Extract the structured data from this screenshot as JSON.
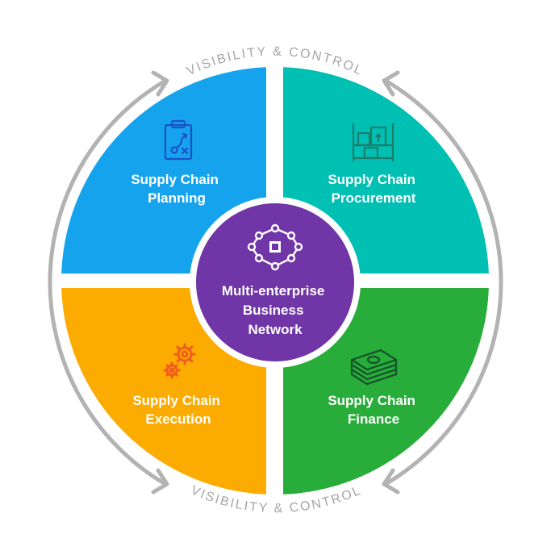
{
  "top_caption": "VISIBILITY & CONTROL",
  "bottom_caption": "VISIBILITY & CONTROL",
  "center": {
    "line1": "Multi-enterprise",
    "line2": "Business",
    "line3": "Network",
    "color": "#7035a6"
  },
  "quadrants": {
    "planning": {
      "line1": "Supply Chain",
      "line2": "Planning",
      "color": "#16a3ee"
    },
    "procurement": {
      "line1": "Supply Chain",
      "line2": "Procurement",
      "color": "#00bfb3"
    },
    "execution": {
      "line1": "Supply Chain",
      "line2": "Execution",
      "color": "#fcab00"
    },
    "finance": {
      "line1": "Supply Chain",
      "line2": "Finance",
      "color": "#29ad3a"
    }
  },
  "ring_color": "#b3b3b3"
}
